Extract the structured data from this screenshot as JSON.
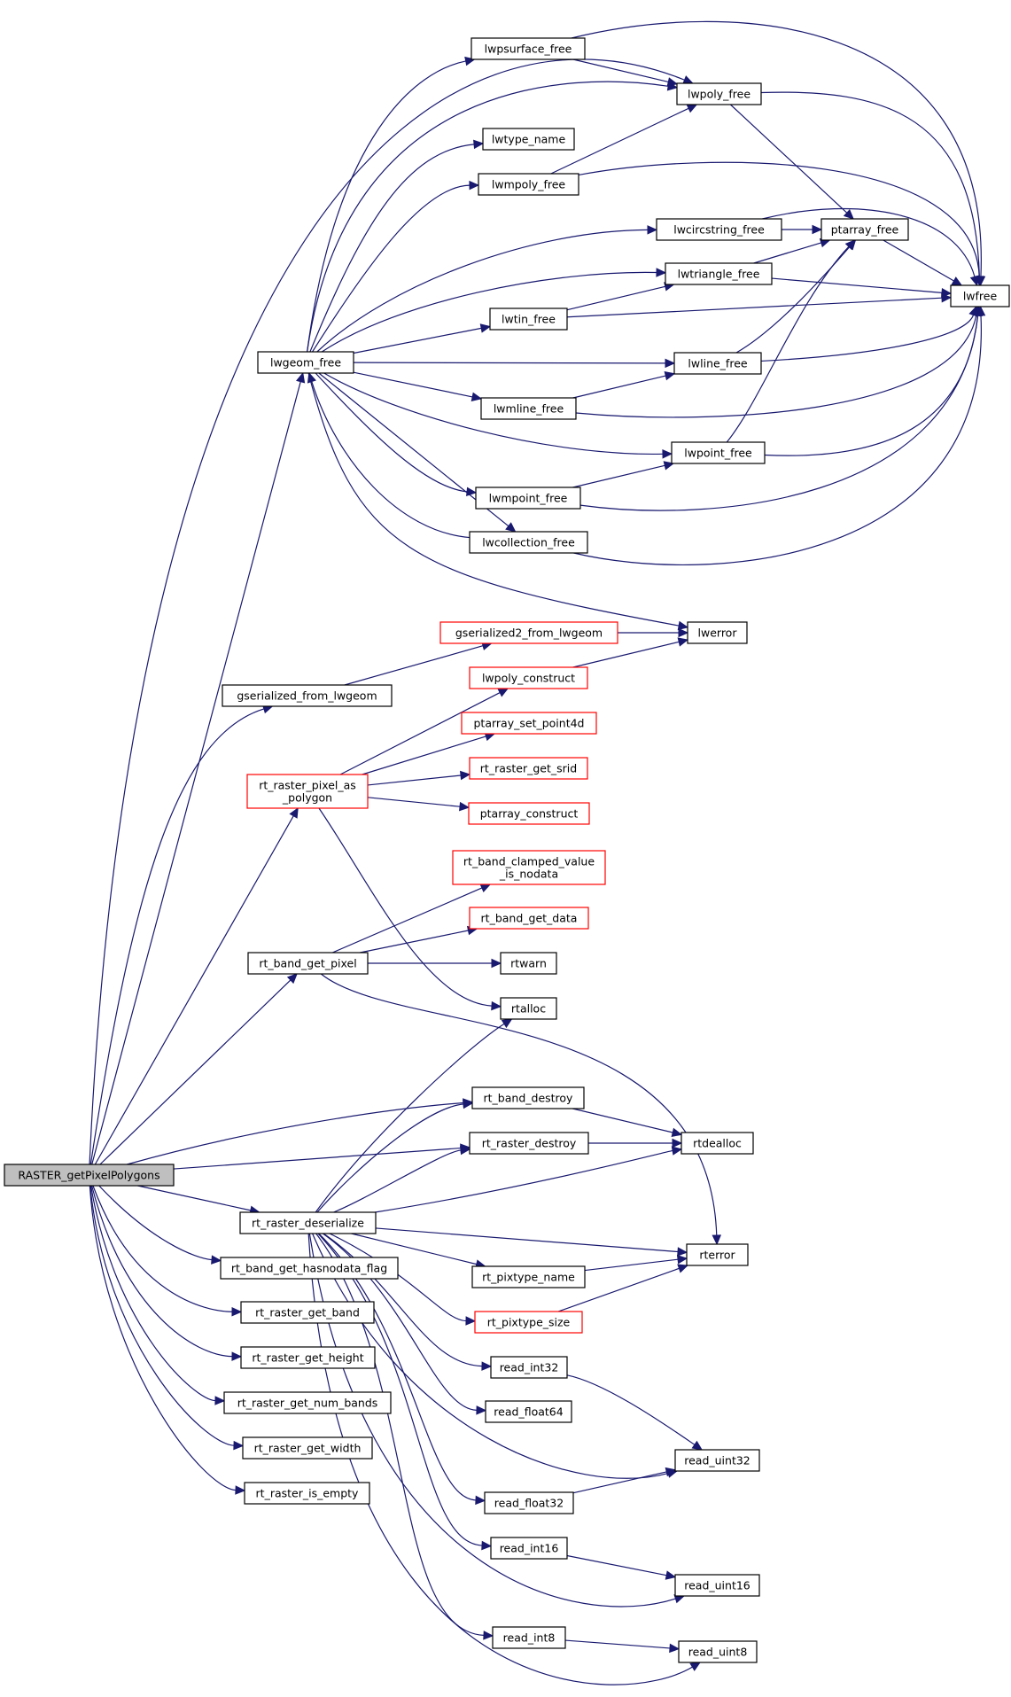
{
  "graph": {
    "colors": {
      "edge": "#191970",
      "node_border": "#000000",
      "external_border": "#ff0000",
      "root_fill": "#bfbfbf"
    },
    "nodes": [
      {
        "id": "RASTER_getPixelPolygons",
        "lines": [
          "RASTER_getPixelPolygons"
        ],
        "kind": "root"
      },
      {
        "id": "lwgeom_free",
        "lines": [
          "lwgeom_free"
        ],
        "kind": "normal"
      },
      {
        "id": "lwpsurface_free",
        "lines": [
          "lwpsurface_free"
        ],
        "kind": "normal"
      },
      {
        "id": "lwpoly_free",
        "lines": [
          "lwpoly_free"
        ],
        "kind": "normal"
      },
      {
        "id": "lwtype_name",
        "lines": [
          "lwtype_name"
        ],
        "kind": "normal"
      },
      {
        "id": "lwmpoly_free",
        "lines": [
          "lwmpoly_free"
        ],
        "kind": "normal"
      },
      {
        "id": "lwcircstring_free",
        "lines": [
          "lwcircstring_free"
        ],
        "kind": "normal"
      },
      {
        "id": "ptarray_free",
        "lines": [
          "ptarray_free"
        ],
        "kind": "normal"
      },
      {
        "id": "lwtriangle_free",
        "lines": [
          "lwtriangle_free"
        ],
        "kind": "normal"
      },
      {
        "id": "lwfree",
        "lines": [
          "lwfree"
        ],
        "kind": "normal"
      },
      {
        "id": "lwtin_free",
        "lines": [
          "lwtin_free"
        ],
        "kind": "normal"
      },
      {
        "id": "lwline_free",
        "lines": [
          "lwline_free"
        ],
        "kind": "normal"
      },
      {
        "id": "lwmline_free",
        "lines": [
          "lwmline_free"
        ],
        "kind": "normal"
      },
      {
        "id": "lwpoint_free",
        "lines": [
          "lwpoint_free"
        ],
        "kind": "normal"
      },
      {
        "id": "lwmpoint_free",
        "lines": [
          "lwmpoint_free"
        ],
        "kind": "normal"
      },
      {
        "id": "lwcollection_free",
        "lines": [
          "lwcollection_free"
        ],
        "kind": "normal"
      },
      {
        "id": "gserialized2_from_lwgeom",
        "lines": [
          "gserialized2_from_lwgeom"
        ],
        "kind": "external"
      },
      {
        "id": "lwerror",
        "lines": [
          "lwerror"
        ],
        "kind": "normal"
      },
      {
        "id": "gserialized_from_lwgeom",
        "lines": [
          "gserialized_from_lwgeom"
        ],
        "kind": "normal"
      },
      {
        "id": "lwpoly_construct",
        "lines": [
          "lwpoly_construct"
        ],
        "kind": "external"
      },
      {
        "id": "rt_raster_pixel_as_polygon",
        "lines": [
          "rt_raster_pixel_as",
          "_polygon"
        ],
        "kind": "external"
      },
      {
        "id": "ptarray_set_point4d",
        "lines": [
          "ptarray_set_point4d"
        ],
        "kind": "external"
      },
      {
        "id": "rt_raster_get_srid",
        "lines": [
          "rt_raster_get_srid"
        ],
        "kind": "external"
      },
      {
        "id": "ptarray_construct",
        "lines": [
          "ptarray_construct"
        ],
        "kind": "external"
      },
      {
        "id": "rt_band_clamped_value_is_nodata",
        "lines": [
          "rt_band_clamped_value",
          "_is_nodata"
        ],
        "kind": "external"
      },
      {
        "id": "rt_band_get_data",
        "lines": [
          "rt_band_get_data"
        ],
        "kind": "external"
      },
      {
        "id": "rt_band_get_pixel",
        "lines": [
          "rt_band_get_pixel"
        ],
        "kind": "normal"
      },
      {
        "id": "rtwarn",
        "lines": [
          "rtwarn"
        ],
        "kind": "normal"
      },
      {
        "id": "rtalloc",
        "lines": [
          "rtalloc"
        ],
        "kind": "normal"
      },
      {
        "id": "rt_band_destroy",
        "lines": [
          "rt_band_destroy"
        ],
        "kind": "normal"
      },
      {
        "id": "rt_raster_destroy",
        "lines": [
          "rt_raster_destroy"
        ],
        "kind": "normal"
      },
      {
        "id": "rtdealloc",
        "lines": [
          "rtdealloc"
        ],
        "kind": "normal"
      },
      {
        "id": "rt_raster_deserialize",
        "lines": [
          "rt_raster_deserialize"
        ],
        "kind": "normal"
      },
      {
        "id": "rterror",
        "lines": [
          "rterror"
        ],
        "kind": "normal"
      },
      {
        "id": "rt_band_get_hasnodata_flag",
        "lines": [
          "rt_band_get_hasnodata_flag"
        ],
        "kind": "normal"
      },
      {
        "id": "rt_pixtype_name",
        "lines": [
          "rt_pixtype_name"
        ],
        "kind": "normal"
      },
      {
        "id": "rt_raster_get_band",
        "lines": [
          "rt_raster_get_band"
        ],
        "kind": "normal"
      },
      {
        "id": "rt_pixtype_size",
        "lines": [
          "rt_pixtype_size"
        ],
        "kind": "external"
      },
      {
        "id": "rt_raster_get_height",
        "lines": [
          "rt_raster_get_height"
        ],
        "kind": "normal"
      },
      {
        "id": "read_int32",
        "lines": [
          "read_int32"
        ],
        "kind": "normal"
      },
      {
        "id": "rt_raster_get_num_bands",
        "lines": [
          "rt_raster_get_num_bands"
        ],
        "kind": "normal"
      },
      {
        "id": "read_float64",
        "lines": [
          "read_float64"
        ],
        "kind": "normal"
      },
      {
        "id": "rt_raster_get_width",
        "lines": [
          "rt_raster_get_width"
        ],
        "kind": "normal"
      },
      {
        "id": "read_uint32",
        "lines": [
          "read_uint32"
        ],
        "kind": "normal"
      },
      {
        "id": "rt_raster_is_empty",
        "lines": [
          "rt_raster_is_empty"
        ],
        "kind": "normal"
      },
      {
        "id": "read_float32",
        "lines": [
          "read_float32"
        ],
        "kind": "normal"
      },
      {
        "id": "read_int16",
        "lines": [
          "read_int16"
        ],
        "kind": "normal"
      },
      {
        "id": "read_uint16",
        "lines": [
          "read_uint16"
        ],
        "kind": "normal"
      },
      {
        "id": "read_int8",
        "lines": [
          "read_int8"
        ],
        "kind": "normal"
      },
      {
        "id": "read_uint8",
        "lines": [
          "read_uint8"
        ],
        "kind": "normal"
      }
    ],
    "edges": [
      [
        "RASTER_getPixelPolygons",
        "lwgeom_free"
      ],
      [
        "RASTER_getPixelPolygons",
        "lwpoly_free"
      ],
      [
        "RASTER_getPixelPolygons",
        "gserialized_from_lwgeom"
      ],
      [
        "RASTER_getPixelPolygons",
        "rt_raster_pixel_as_polygon"
      ],
      [
        "RASTER_getPixelPolygons",
        "rt_band_get_pixel"
      ],
      [
        "RASTER_getPixelPolygons",
        "rt_band_destroy"
      ],
      [
        "RASTER_getPixelPolygons",
        "rt_raster_destroy"
      ],
      [
        "RASTER_getPixelPolygons",
        "rt_raster_deserialize"
      ],
      [
        "RASTER_getPixelPolygons",
        "rt_band_get_hasnodata_flag"
      ],
      [
        "RASTER_getPixelPolygons",
        "rt_raster_get_band"
      ],
      [
        "RASTER_getPixelPolygons",
        "rt_raster_get_height"
      ],
      [
        "RASTER_getPixelPolygons",
        "rt_raster_get_num_bands"
      ],
      [
        "RASTER_getPixelPolygons",
        "rt_raster_get_width"
      ],
      [
        "RASTER_getPixelPolygons",
        "rt_raster_is_empty"
      ],
      [
        "lwgeom_free",
        "lwpsurface_free"
      ],
      [
        "lwgeom_free",
        "lwpoly_free"
      ],
      [
        "lwgeom_free",
        "lwtype_name"
      ],
      [
        "lwgeom_free",
        "lwmpoly_free"
      ],
      [
        "lwgeom_free",
        "lwcircstring_free"
      ],
      [
        "lwgeom_free",
        "lwtriangle_free"
      ],
      [
        "lwgeom_free",
        "lwtin_free"
      ],
      [
        "lwgeom_free",
        "lwline_free"
      ],
      [
        "lwgeom_free",
        "lwmline_free"
      ],
      [
        "lwgeom_free",
        "lwpoint_free"
      ],
      [
        "lwgeom_free",
        "lwmpoint_free"
      ],
      [
        "lwgeom_free",
        "lwcollection_free"
      ],
      [
        "lwgeom_free",
        "lwerror"
      ],
      [
        "lwpsurface_free",
        "lwpoly_free"
      ],
      [
        "lwpsurface_free",
        "lwfree"
      ],
      [
        "lwpoly_free",
        "ptarray_free"
      ],
      [
        "lwpoly_free",
        "lwfree"
      ],
      [
        "lwmpoly_free",
        "lwpoly_free"
      ],
      [
        "lwmpoly_free",
        "lwfree"
      ],
      [
        "lwcircstring_free",
        "ptarray_free"
      ],
      [
        "lwcircstring_free",
        "lwfree"
      ],
      [
        "ptarray_free",
        "lwfree"
      ],
      [
        "lwtriangle_free",
        "ptarray_free"
      ],
      [
        "lwtriangle_free",
        "lwfree"
      ],
      [
        "lwtin_free",
        "lwtriangle_free"
      ],
      [
        "lwtin_free",
        "lwfree"
      ],
      [
        "lwline_free",
        "ptarray_free"
      ],
      [
        "lwline_free",
        "lwfree"
      ],
      [
        "lwmline_free",
        "lwline_free"
      ],
      [
        "lwmline_free",
        "lwfree"
      ],
      [
        "lwpoint_free",
        "ptarray_free"
      ],
      [
        "lwpoint_free",
        "lwfree"
      ],
      [
        "lwmpoint_free",
        "lwpoint_free"
      ],
      [
        "lwmpoint_free",
        "lwfree"
      ],
      [
        "lwcollection_free",
        "lwgeom_free"
      ],
      [
        "lwcollection_free",
        "lwfree"
      ],
      [
        "gserialized2_from_lwgeom",
        "lwerror"
      ],
      [
        "gserialized_from_lwgeom",
        "gserialized2_from_lwgeom"
      ],
      [
        "lwpoly_construct",
        "lwerror"
      ],
      [
        "rt_raster_pixel_as_polygon",
        "lwpoly_construct"
      ],
      [
        "rt_raster_pixel_as_polygon",
        "ptarray_set_point4d"
      ],
      [
        "rt_raster_pixel_as_polygon",
        "rt_raster_get_srid"
      ],
      [
        "rt_raster_pixel_as_polygon",
        "ptarray_construct"
      ],
      [
        "rt_raster_pixel_as_polygon",
        "rtalloc"
      ],
      [
        "rt_band_get_pixel",
        "rt_band_clamped_value_is_nodata"
      ],
      [
        "rt_band_get_pixel",
        "rt_band_get_data"
      ],
      [
        "rt_band_get_pixel",
        "rtwarn"
      ],
      [
        "rt_band_get_pixel",
        "rterror"
      ],
      [
        "rt_band_destroy",
        "rtdealloc"
      ],
      [
        "rt_raster_destroy",
        "rtdealloc"
      ],
      [
        "rt_raster_deserialize",
        "rtalloc"
      ],
      [
        "rt_raster_deserialize",
        "rt_band_destroy"
      ],
      [
        "rt_raster_deserialize",
        "rt_raster_destroy"
      ],
      [
        "rt_raster_deserialize",
        "rtdealloc"
      ],
      [
        "rt_raster_deserialize",
        "rterror"
      ],
      [
        "rt_raster_deserialize",
        "rt_pixtype_name"
      ],
      [
        "rt_raster_deserialize",
        "rt_pixtype_size"
      ],
      [
        "rt_raster_deserialize",
        "read_int32"
      ],
      [
        "rt_raster_deserialize",
        "read_float64"
      ],
      [
        "rt_raster_deserialize",
        "read_uint32"
      ],
      [
        "rt_raster_deserialize",
        "read_float32"
      ],
      [
        "rt_raster_deserialize",
        "read_int16"
      ],
      [
        "rt_raster_deserialize",
        "read_uint16"
      ],
      [
        "rt_raster_deserialize",
        "read_int8"
      ],
      [
        "rt_raster_deserialize",
        "read_uint8"
      ],
      [
        "rt_pixtype_name",
        "rterror"
      ],
      [
        "rt_pixtype_size",
        "rterror"
      ],
      [
        "read_int32",
        "read_uint32"
      ],
      [
        "read_float32",
        "read_uint32"
      ],
      [
        "read_int16",
        "read_uint16"
      ],
      [
        "read_int8",
        "read_uint8"
      ]
    ]
  }
}
